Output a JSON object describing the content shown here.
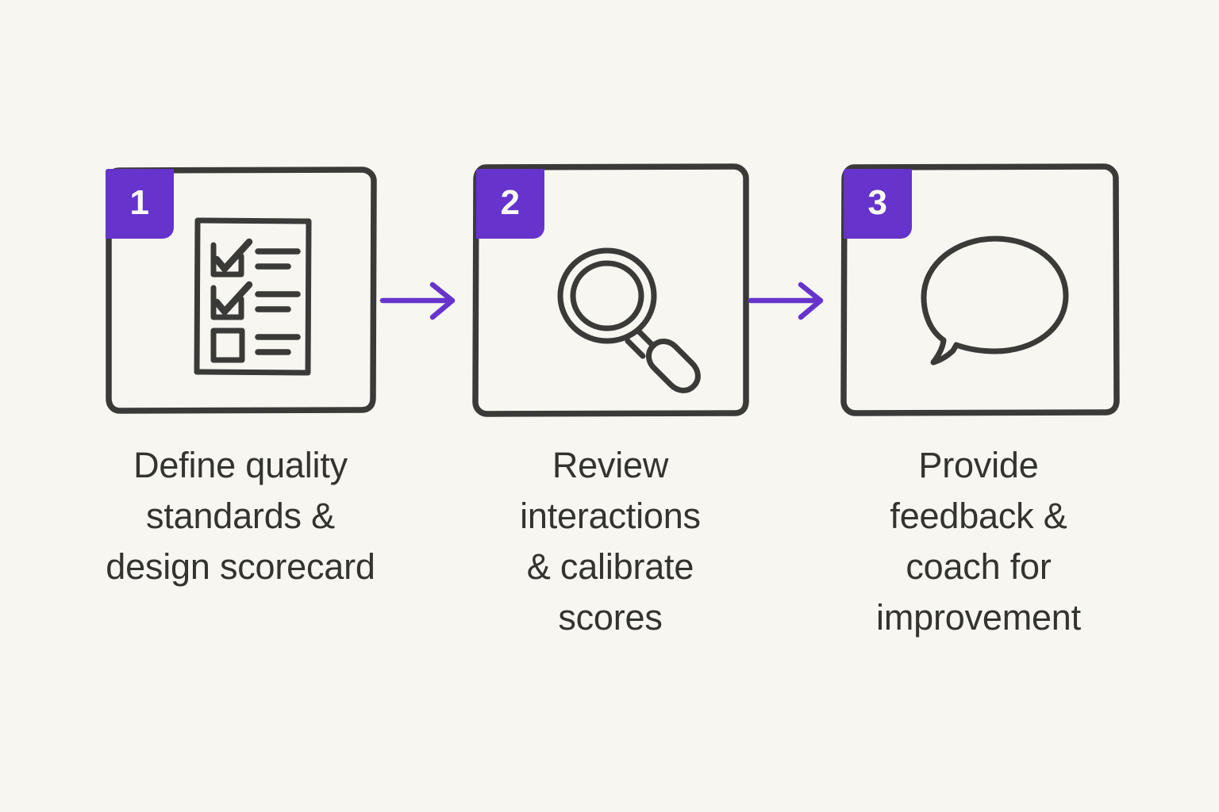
{
  "meta": {
    "background_color": "#f7f6f1",
    "accent_color": "#6633cc",
    "ink_color": "#33332f",
    "badge_text_color": "#fbfbf8",
    "style": "hand-drawn-sketch"
  },
  "steps": [
    {
      "number": "1",
      "icon": "checklist-document-icon",
      "caption_lines": [
        "Define quality",
        "standards &",
        "design scorecard"
      ],
      "caption_text": "Define quality standards & design scorecard"
    },
    {
      "number": "2",
      "icon": "magnifying-glass-icon",
      "caption_lines": [
        "Review",
        "interactions",
        "& calibrate",
        "scores"
      ],
      "caption_text": "Review interactions & calibrate scores"
    },
    {
      "number": "3",
      "icon": "speech-bubble-icon",
      "caption_lines": [
        "Provide",
        "feedback &",
        "coach for",
        "improvement"
      ],
      "caption_text": "Provide feedback & coach for improvement"
    }
  ],
  "connectors": [
    {
      "name": "arrow-step1-to-step2",
      "direction": "right",
      "color": "#6633cc"
    },
    {
      "name": "arrow-step2-to-step3",
      "direction": "right",
      "color": "#6633cc"
    }
  ]
}
